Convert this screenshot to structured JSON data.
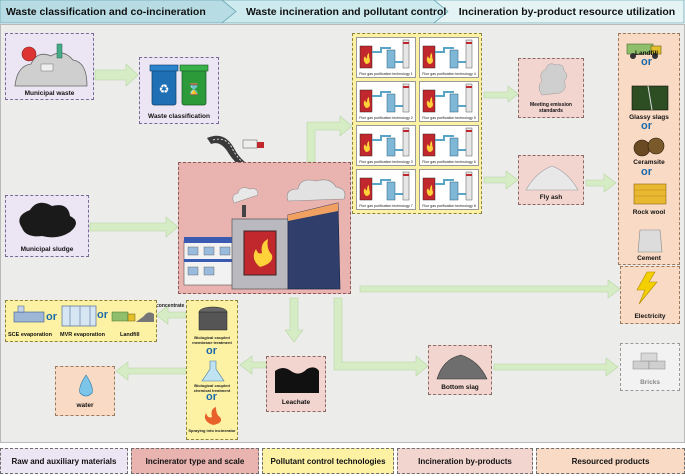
{
  "header": {
    "stage1": "Waste classification and co-incineration",
    "stage2": "Waste incineration and pollutant control",
    "stage3": "Incineration by-product resource utilization"
  },
  "inputs": {
    "municipal_waste": "Municipal waste",
    "waste_classification": "Waste classification",
    "municipal_sludge": "Municipal sludge"
  },
  "pollution_control": {
    "techs": [
      "Flue gas purification technology 1",
      "Flue gas purification technology 2",
      "Flue gas purification technology 3",
      "Flue gas purification technology 4",
      "Flue gas purification technology 5",
      "Flue gas purification technology 6",
      "Flue gas purification technology 7",
      "Flue gas purification technology 8"
    ]
  },
  "byproducts": {
    "emission": "Meeting emission standards",
    "fly_ash": "Fly ash",
    "leachate": "Leachate",
    "bottom_slag": "Bottom slag"
  },
  "leachate_treatment": {
    "concentrate": "concentrate",
    "option1": "Biological coupled membrane treatment",
    "option2": "Biological coupled chemical treatment",
    "option3": "Spraying into incinerator",
    "or": "or"
  },
  "concentrate_disposal": {
    "sce": "SCE evaporation",
    "mvr": "MVR evaporation",
    "landfill": "Landfill",
    "or": "or",
    "water": "water"
  },
  "resources": {
    "landfill": "Landfill",
    "glassy_slags": "Glassy slags",
    "ceramsite": "Ceramsite",
    "rock_wool": "Rock wool",
    "cement": "Cement",
    "or": "or",
    "electricity": "Electricity",
    "bricks": "Bricks"
  },
  "legend": {
    "raw": "Raw and auxiliary materials",
    "incinerator": "Incinerator type and scale",
    "pollutant": "Pollutant control technologies",
    "byproducts": "Incineration by-products",
    "resources": "Resourced products"
  },
  "colors": {
    "header1": "#b7dce4",
    "header2": "#cdeaee",
    "header3": "#e4f4f4",
    "arrow": "#d6ecc4",
    "purple": "#ece6f4",
    "red": "#e9b3b0",
    "yellow": "#fdf2a4",
    "pink": "#f3d5d0",
    "peach": "#f9dac4"
  }
}
